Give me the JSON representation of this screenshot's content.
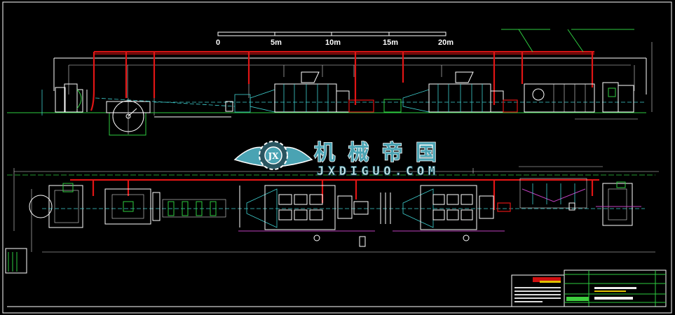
{
  "scale_bar": {
    "labels": [
      "0",
      "5m",
      "10m",
      "15m",
      "20m"
    ]
  },
  "watermark": {
    "chinese": "机械帝国",
    "domain": "JXDIGUO.COM",
    "emblem": "JX"
  },
  "colors": {
    "background": "#000000",
    "outline": "#ffffff",
    "duct": "#e01515",
    "ground": "#2ecc40",
    "centerline": "#3fd0d0",
    "accent": "#c040c0"
  }
}
